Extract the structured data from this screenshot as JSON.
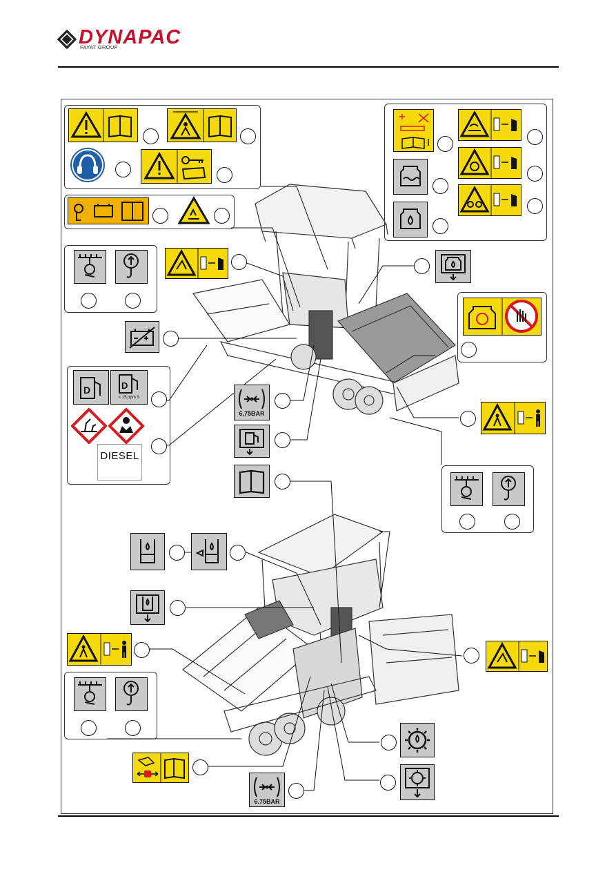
{
  "header": {
    "brand": "DYNAPAC",
    "brand_sub": "FAYAT GROUP",
    "brand_color": "#c8102e"
  },
  "decal_texts": {
    "pressure_top": "6,75BAR",
    "pressure_bottom": "6.75BAR",
    "diesel": "DIESEL",
    "diesel_sulfur": "< 15 ppm S"
  },
  "icons": [
    "warning-triangle-icon",
    "manual-book-icon",
    "ear-protection-icon",
    "key-icon",
    "battery-icon",
    "hot-surface-icon",
    "crush-hand-icon",
    "lifting-hook-icon",
    "tie-down-icon",
    "fuel-icon",
    "environment-hazard-icon",
    "health-hazard-icon",
    "tyre-pressure-icon",
    "hydraulic-oil-icon",
    "coolant-icon",
    "engine-oil-icon",
    "gearbox-oil-icon",
    "no-touch-icon",
    "person-distance-icon"
  ],
  "colors": {
    "warning_yellow": "#f5d90a",
    "mandatory_blue": "#1f5fa8",
    "prohibition_red": "#d71920",
    "decal_grey": "#c9c9c9"
  }
}
